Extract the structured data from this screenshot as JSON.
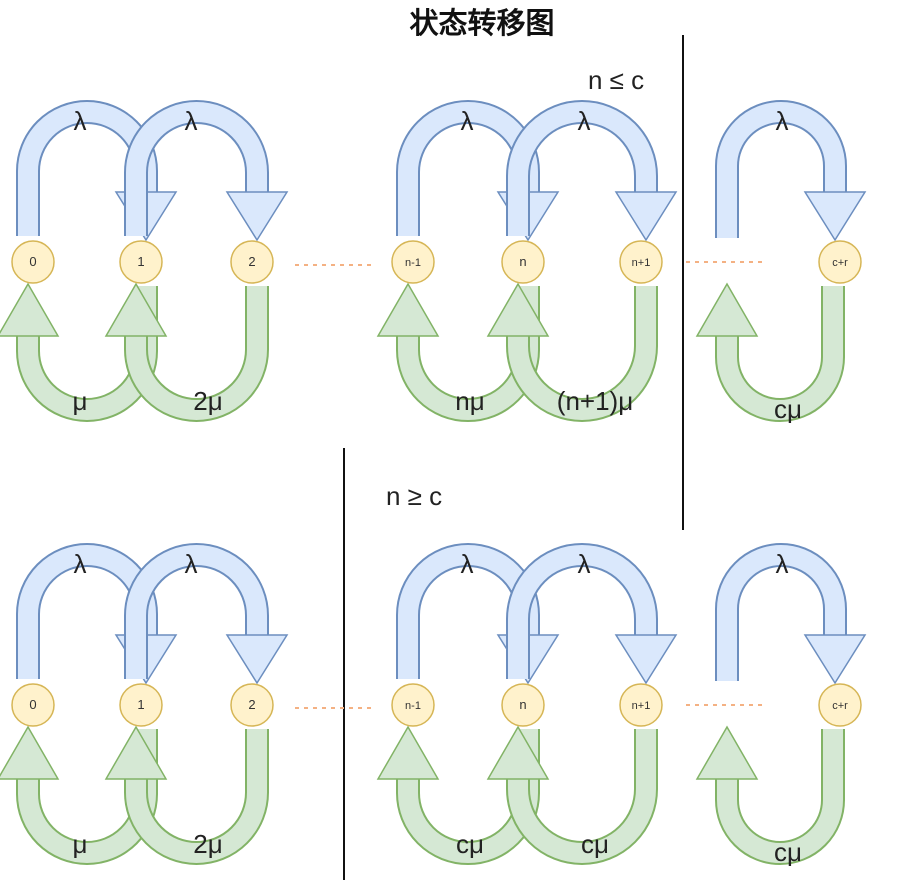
{
  "title": "状态转移图",
  "conditions": {
    "top": "n ≤ c",
    "bottom": "n ≥ c"
  },
  "rows": [
    {
      "name": "top",
      "nodes": [
        "0",
        "1",
        "2",
        "n-1",
        "n",
        "n+1",
        "c+r"
      ],
      "arrival_labels": [
        "λ",
        "λ",
        "λ",
        "λ",
        "λ"
      ],
      "service_labels": [
        "μ",
        "2μ",
        "nμ",
        "(n+1)μ",
        "cμ"
      ]
    },
    {
      "name": "bottom",
      "nodes": [
        "0",
        "1",
        "2",
        "n-1",
        "n",
        "n+1",
        "c+r"
      ],
      "arrival_labels": [
        "λ",
        "λ",
        "λ",
        "λ",
        "λ"
      ],
      "service_labels": [
        "μ",
        "2μ",
        "cμ",
        "cμ",
        "cμ"
      ]
    }
  ],
  "colors": {
    "arrival_fill": "#dae8fc",
    "arrival_stroke": "#6c8ebf",
    "service_fill": "#d5e8d4",
    "service_stroke": "#82b366",
    "node_fill": "#fff2cc",
    "node_stroke": "#d6b656",
    "ellipsis": "#f4b183"
  }
}
